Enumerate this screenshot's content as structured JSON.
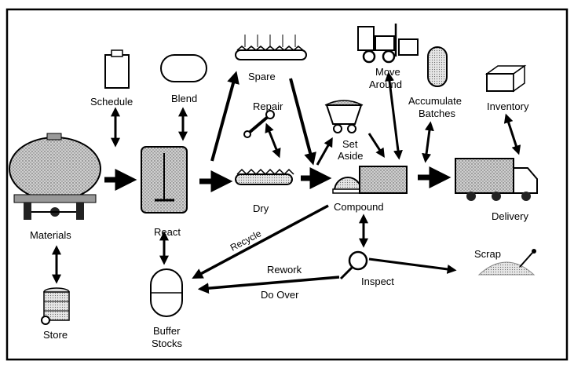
{
  "labels": {
    "materials": "Materials",
    "store": "Store",
    "schedule": "Schedule",
    "blend": "Blend",
    "react": "React",
    "buffer_line1": "Buffer",
    "buffer_line2": "Stocks",
    "spare": "Spare",
    "repair": "Repair",
    "dry": "Dry",
    "move_line1": "Move",
    "move_line2": "Around",
    "set_aside_line1": "Set",
    "set_aside_line2": "Aside",
    "compound": "Compound",
    "accumulate_line1": "Accumulate",
    "accumulate_line2": "Batches",
    "inventory": "Inventory",
    "delivery": "Delivery",
    "recycle": "Recycle",
    "rework": "Rework",
    "do_over": "Do Over",
    "inspect": "Inspect",
    "scrap": "Scrap"
  },
  "colors": {
    "ink": "#000000",
    "shade": "#b8b8b8",
    "light": "#dcdcdc",
    "paper": "#ffffff"
  }
}
